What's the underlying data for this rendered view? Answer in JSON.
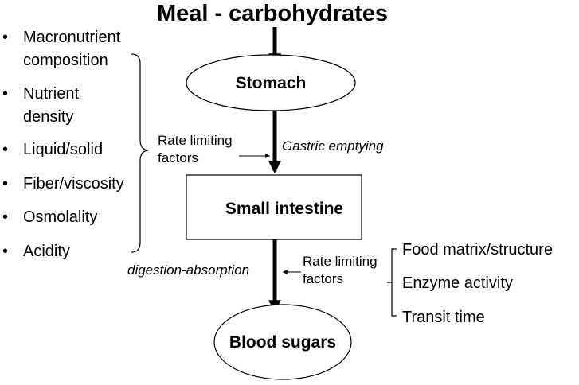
{
  "title": "Meal - carbohydrates",
  "nodes": {
    "stomach": "Stomach",
    "small_intestine": "Small intestine",
    "blood_sugars": "Blood sugars"
  },
  "left_factors": {
    "items": [
      [
        "Macronutrient",
        "composition"
      ],
      [
        "Nutrient",
        "density"
      ],
      [
        "Liquid/solid"
      ],
      [
        "Fiber/viscosity"
      ],
      [
        "Osmolality"
      ],
      [
        "Acidity"
      ]
    ],
    "rate_label": [
      "Rate limiting",
      "factors"
    ],
    "process": "Gastric emptying"
  },
  "right_factors": {
    "items": [
      "Food matrix/structure",
      "Enzyme activity",
      "Transit time"
    ],
    "rate_label": [
      "Rate limiting",
      "factors"
    ],
    "process": "digestion-absorption"
  },
  "bullet": "•"
}
